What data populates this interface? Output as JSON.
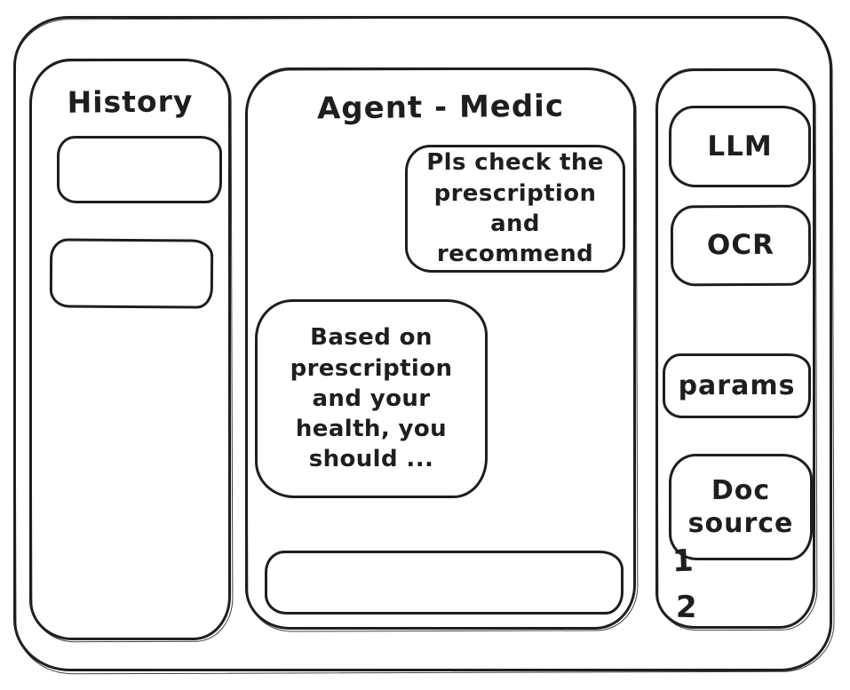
{
  "wireframe": {
    "ink_color": "#1e1e1e",
    "background_color": "#ffffff"
  },
  "history_panel": {
    "title": "History",
    "items": [
      {
        "label": ""
      },
      {
        "label": ""
      }
    ]
  },
  "chat_panel": {
    "title": "Agent - Medic",
    "user_message": "Pls check the prescription and recommend",
    "assistant_message": "Based on prescription and your health, you should ...",
    "input_value": ""
  },
  "tools_panel": {
    "llm_label": "LLM",
    "ocr_label": "OCR",
    "params_label": "params",
    "doc_source_label": "Doc source",
    "doc_source_items": [
      "1",
      "2"
    ]
  }
}
